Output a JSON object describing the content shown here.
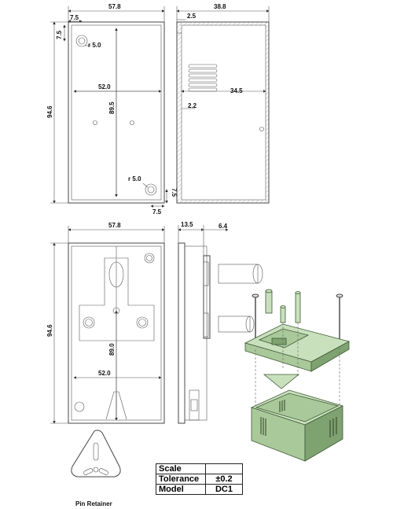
{
  "top_view": {
    "width": "57.8",
    "height": "94.6",
    "corner_x": "7.5",
    "corner_y": "7.5",
    "radius_top": "r 5.0",
    "inner_width": "52.0",
    "inner_height": "89.5",
    "radius_bottom": "r 5.0",
    "corner_x_bottom": "7.5",
    "corner_y_bottom": "7.5"
  },
  "side_view_top": {
    "depth": "38.8",
    "wall": "2.5",
    "floor": "2.2",
    "inner_depth": "34.5"
  },
  "bottom_view": {
    "width": "57.8",
    "height": "94.6",
    "inner_width": "52.0",
    "inner_height": "89.0"
  },
  "side_view_bottom": {
    "depth": "13.5",
    "flange": "6.4"
  },
  "pin_retainer_label": "Pin Retainer",
  "info_table": {
    "scale_label": "Scale",
    "scale_value": "",
    "tolerance_label": "Tolerance",
    "tolerance_value": "±0.2",
    "model_label": "Model",
    "model_value": "DC1"
  }
}
